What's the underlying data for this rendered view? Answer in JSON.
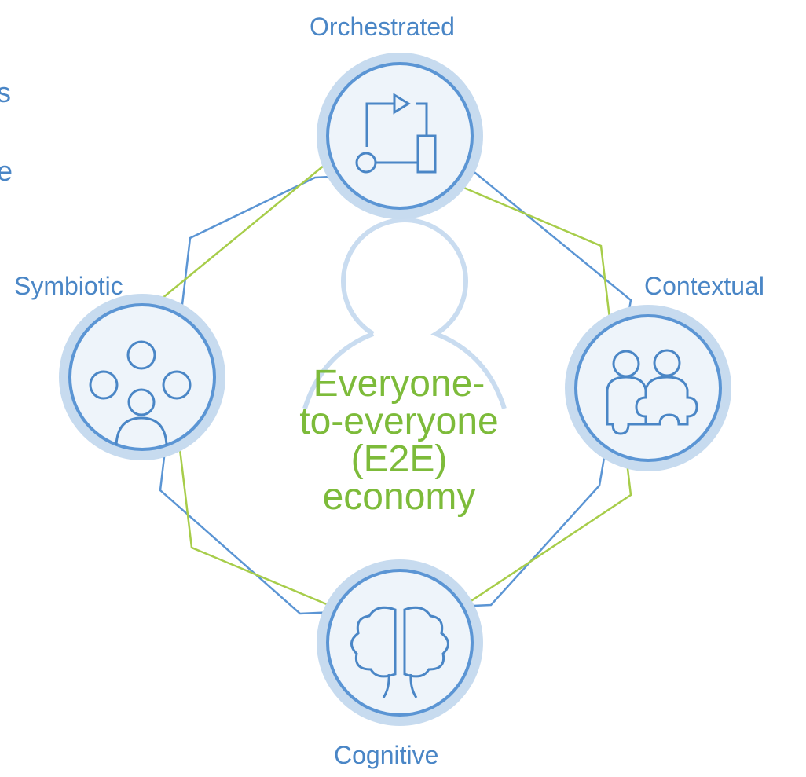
{
  "nodes": {
    "top": {
      "label": "Orchestrated"
    },
    "right": {
      "label": "Contextual"
    },
    "bottom": {
      "label": "Cognitive"
    },
    "left": {
      "label": "Symbiotic"
    }
  },
  "center": {
    "lines": [
      "Everyone-",
      "to-everyone",
      "(E2E)",
      "economy"
    ]
  },
  "partial_text": [
    "s",
    "e"
  ],
  "colors": {
    "label_blue": "#4a86c6",
    "center_green": "#7dbb3a",
    "ring_outer": "#c7dbef",
    "ring_inner": "#5b95d4",
    "node_fill": "#eef4fa",
    "person_outline": "#c9dcf0",
    "line_blue": "#5b95d4",
    "line_green": "#a7cd4a"
  },
  "icons": {
    "top": "workflow-icon",
    "right": "puzzle-people-icon",
    "bottom": "brain-icon",
    "left": "group-people-icon",
    "center": "person-silhouette-icon"
  }
}
